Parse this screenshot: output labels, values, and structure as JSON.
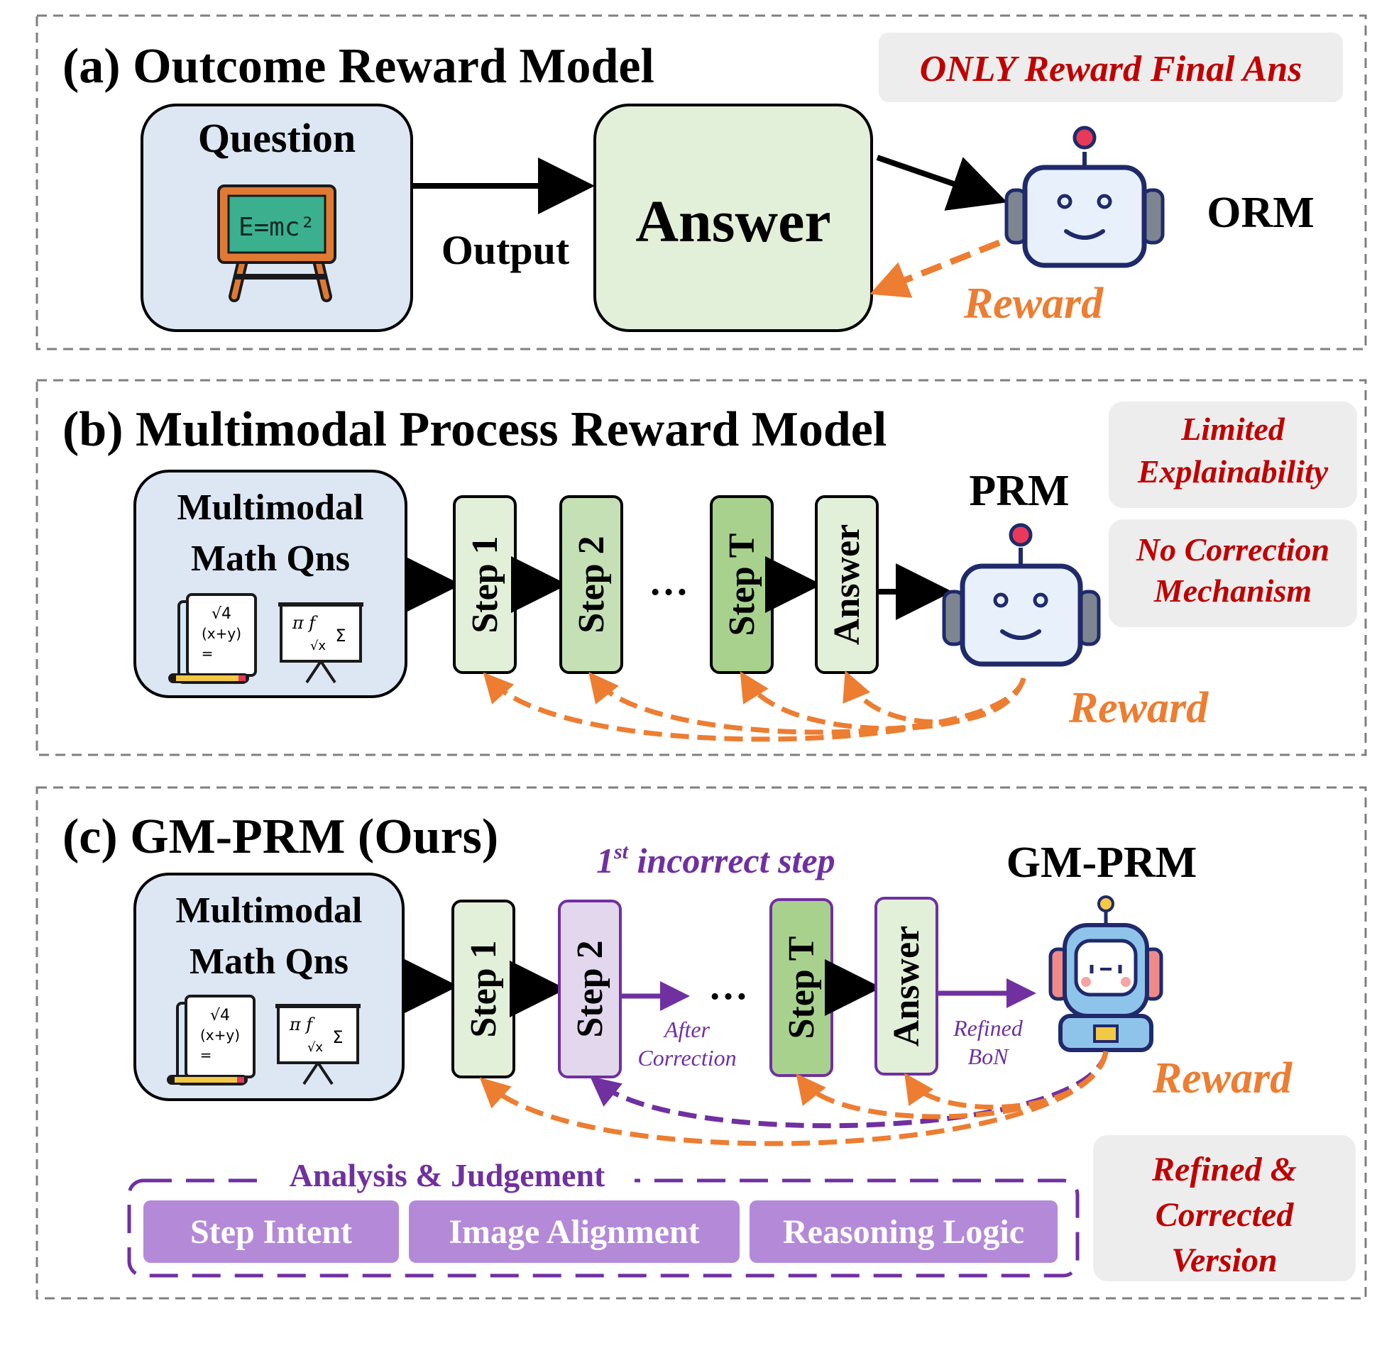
{
  "panel_a": {
    "title": "(a) Outcome Reward Model",
    "tag": "ONLY Reward Final Ans",
    "question_label": "Question",
    "board_formula": "E=mc²",
    "edge_label": "Output",
    "answer_label": "Answer",
    "robot_label": "ORM",
    "reward_label": "Reward"
  },
  "panel_b": {
    "title": "(b) Multimodal Process Reward Model",
    "tag1": [
      "Limited",
      "Explainability"
    ],
    "tag2": [
      "No Correction",
      "Mechanism"
    ],
    "question_label": [
      "Multimodal",
      "Math Qns"
    ],
    "steps": [
      "Step 1",
      "Step 2",
      "Step T",
      "Answer"
    ],
    "ellipsis": "…",
    "robot_label": "PRM",
    "reward_label": "Reward"
  },
  "panel_c": {
    "title": "(c) GM-PRM (Ours)",
    "incorrect_label": {
      "lead": "1",
      "sup": "st",
      "rest": " incorrect step"
    },
    "question_label": [
      "Multimodal",
      "Math Qns"
    ],
    "steps": [
      "Step 1",
      "Step 2",
      "Step T",
      "Answer"
    ],
    "ellipsis": "…",
    "after_correction": [
      "After",
      "Correction"
    ],
    "refined_bon": [
      "Refined",
      "BoN"
    ],
    "robot_label": "GM-PRM",
    "reward_label": "Reward",
    "analysis_title": "Analysis & Judgement",
    "analysis_items": [
      "Step Intent",
      "Image Alignment",
      "Reasoning Logic"
    ],
    "tag": [
      "Refined &",
      "Corrected",
      "Version"
    ]
  },
  "icons": {
    "board": "chalkboard-icon",
    "notebook": "math-notebook-icon",
    "formula_board": "formula-board-icon",
    "robot": "robot-icon"
  },
  "colors": {
    "question_box": "#dce7f3",
    "answer_box": "#e2efd9",
    "step_light": "#e2efd9",
    "step_mid": "#c5e0b4",
    "step_dark": "#a9d18e",
    "step_incorrect": "#e3d7ee",
    "reward": "#ed7d31",
    "tag_text": "#c00000",
    "tag_bg": "#ededed",
    "purple": "#7030a0",
    "analysis_fill": "#b48ad8",
    "robot_outline": "#1f2a6b",
    "robot_face": "#e8f1fb",
    "robot_antenna": "#e8395a"
  }
}
